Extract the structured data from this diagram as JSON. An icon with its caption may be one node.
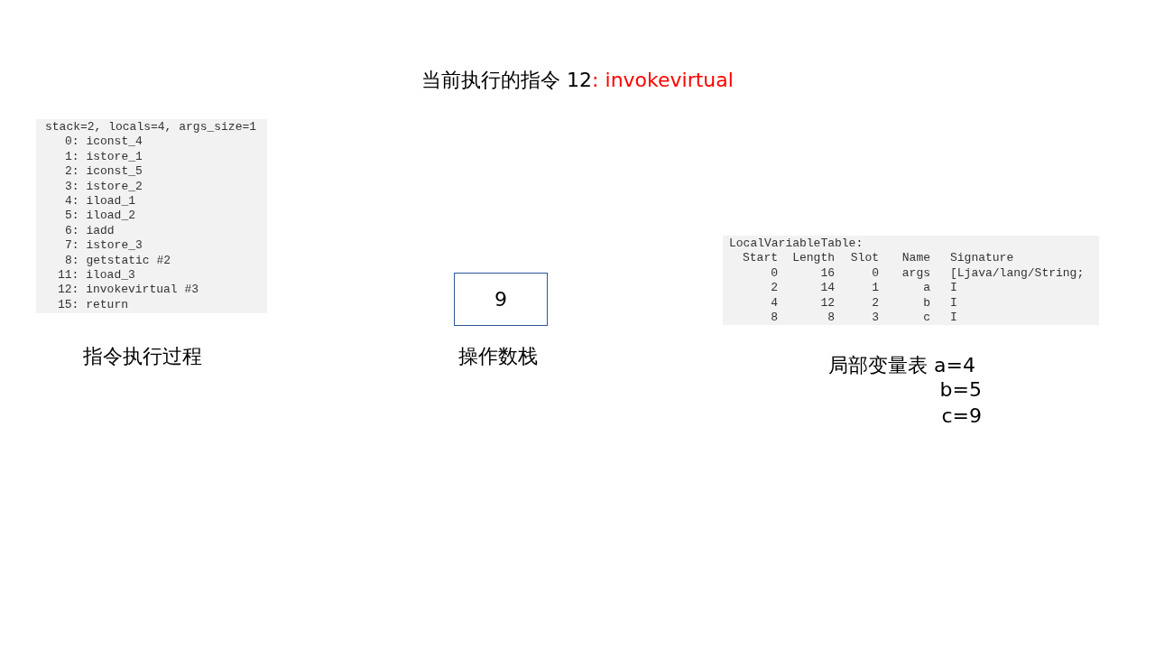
{
  "diagram": {
    "title": "当前执行的指令 12: invokevirtual",
    "nodes": [
      {
        "text": [
          "stack=2, locals=4, args_size=1",
          "0: iconst_4",
          "1: istore_1",
          "2: iconst_5",
          "3: istore_2",
          "4: iload_1",
          "5: iload_2",
          "6: iadd",
          "7: istore_3",
          "8: getstatic #2",
          "11: iload_3",
          "12: invokevirtual #3",
          "15: return"
        ],
        "beside": [
          "指令执行过程"
        ]
      },
      {
        "text": [
          "9"
        ],
        "beside": [
          "操作数栈"
        ]
      },
      {
        "text": [
          "LocalVariableTable:",
          "Start",
          "Length",
          "Slot",
          "Name",
          "Signature",
          "0",
          "16",
          "0",
          "args",
          "[Ljava/lang/String;",
          "2",
          "14",
          "1",
          "a",
          "I",
          "4",
          "12",
          "2",
          "b",
          "I",
          "8",
          "8",
          "3",
          "c",
          "I"
        ],
        "beside": [
          "局部变量表 a=4",
          "b=5",
          "c=9"
        ]
      }
    ],
    "edges": []
  }
}
